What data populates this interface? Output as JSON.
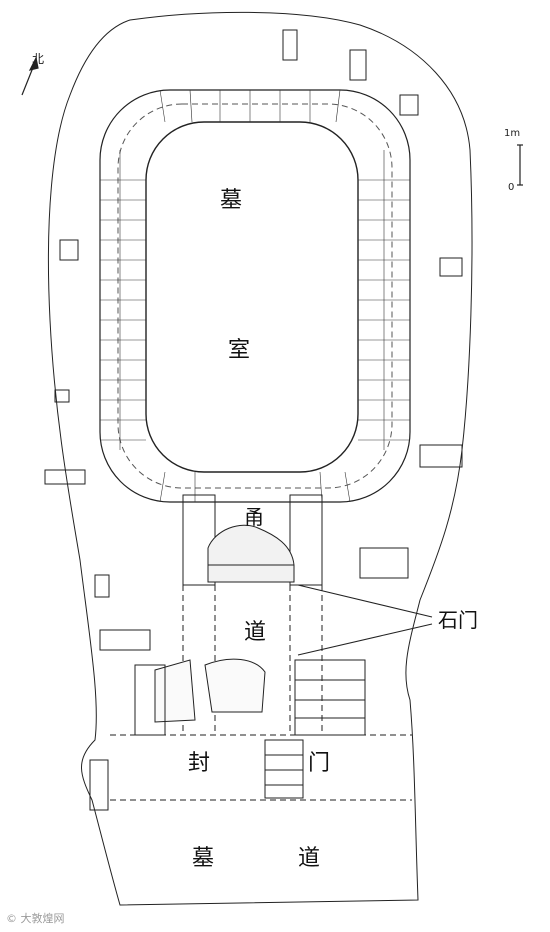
{
  "labels": {
    "chamber_1": "墓",
    "chamber_2": "室",
    "passage_1": "甬",
    "passage_2": "道",
    "seal_1": "封",
    "seal_2": "门",
    "ramp_1": "墓",
    "ramp_2": "道",
    "stone_door": "石门"
  },
  "north": {
    "label": "北"
  },
  "scale": {
    "zero": "0",
    "one": "1m"
  },
  "watermark": "© 大敦煌网"
}
